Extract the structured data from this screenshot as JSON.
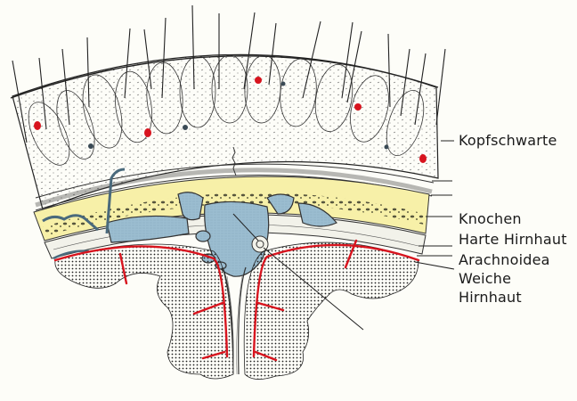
{
  "diagram": {
    "subject": "Scalp, skull and meninges cross-section",
    "labels": [
      {
        "id": "kopfschwarte",
        "text": "Kopfschwarte"
      },
      {
        "id": "knochen",
        "text": "Knochen"
      },
      {
        "id": "harte-hirnhaut",
        "text": "Harte Hirnhaut"
      },
      {
        "id": "arachnoidea",
        "text": "Arachnoidea"
      },
      {
        "id": "weiche-hirnhaut-1",
        "text": "Weiche"
      },
      {
        "id": "weiche-hirnhaut-2",
        "text": "Hirnhaut"
      }
    ],
    "colors": {
      "bone": "#f7f0a8",
      "sinus": "#9bbdd0",
      "vessel": "#d8141e",
      "ink": "#1a1a1a",
      "cortex_dots": "#222222",
      "background": "#fdfdf8"
    }
  }
}
